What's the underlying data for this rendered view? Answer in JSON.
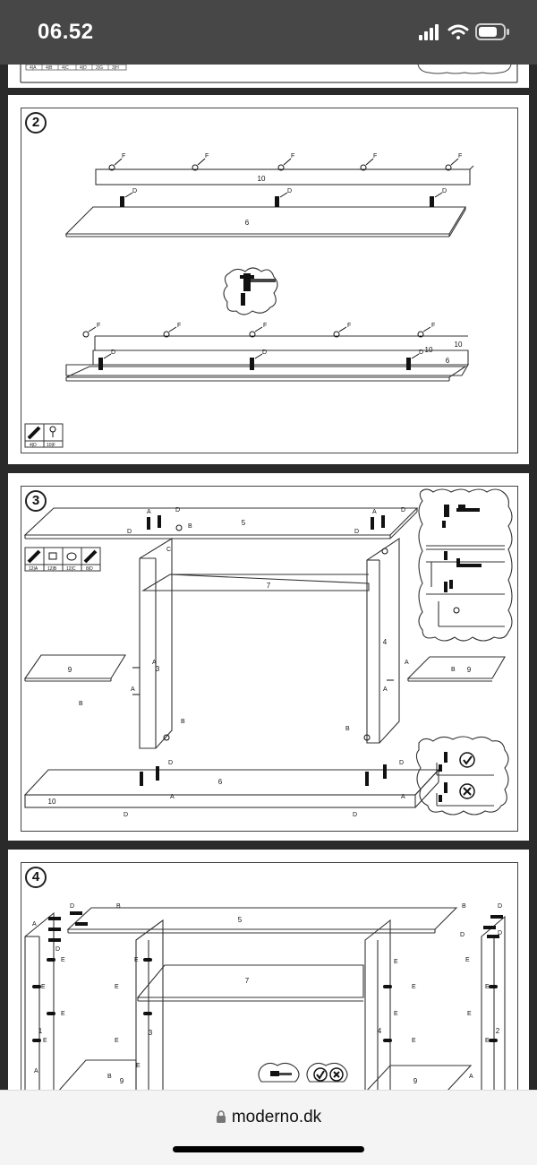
{
  "status_bar": {
    "time": "06.52",
    "signal_icon": "cellular-signal-icon",
    "wifi_icon": "wifi-icon",
    "battery_icon": "battery-icon"
  },
  "address_bar": {
    "lock_icon": "lock-icon",
    "domain": "moderno.dk"
  },
  "manual": {
    "step1_parts_strip": [
      "4|A",
      "4|B",
      "4|C",
      "4|D",
      "2|G",
      "3|H"
    ],
    "step2": {
      "number": "2",
      "parts": [
        "10",
        "6"
      ],
      "fittings": [
        "F",
        "D"
      ],
      "tool": "hammer-icon",
      "hardware_table": [
        "4|D",
        "10|F"
      ]
    },
    "step3": {
      "number": "3",
      "parts": [
        "5",
        "7",
        "3",
        "4",
        "9",
        "9",
        "6",
        "10"
      ],
      "fittings": [
        "A",
        "B",
        "C",
        "D"
      ],
      "hardware_table": [
        "12|A",
        "12|B",
        "12|C",
        "8|D"
      ],
      "check_labels": [
        "correct",
        "incorrect"
      ]
    },
    "step4": {
      "number": "4",
      "parts": [
        "5",
        "7",
        "1",
        "3",
        "4",
        "2",
        "9",
        "9"
      ],
      "fittings": [
        "A",
        "B",
        "D",
        "E"
      ]
    }
  }
}
